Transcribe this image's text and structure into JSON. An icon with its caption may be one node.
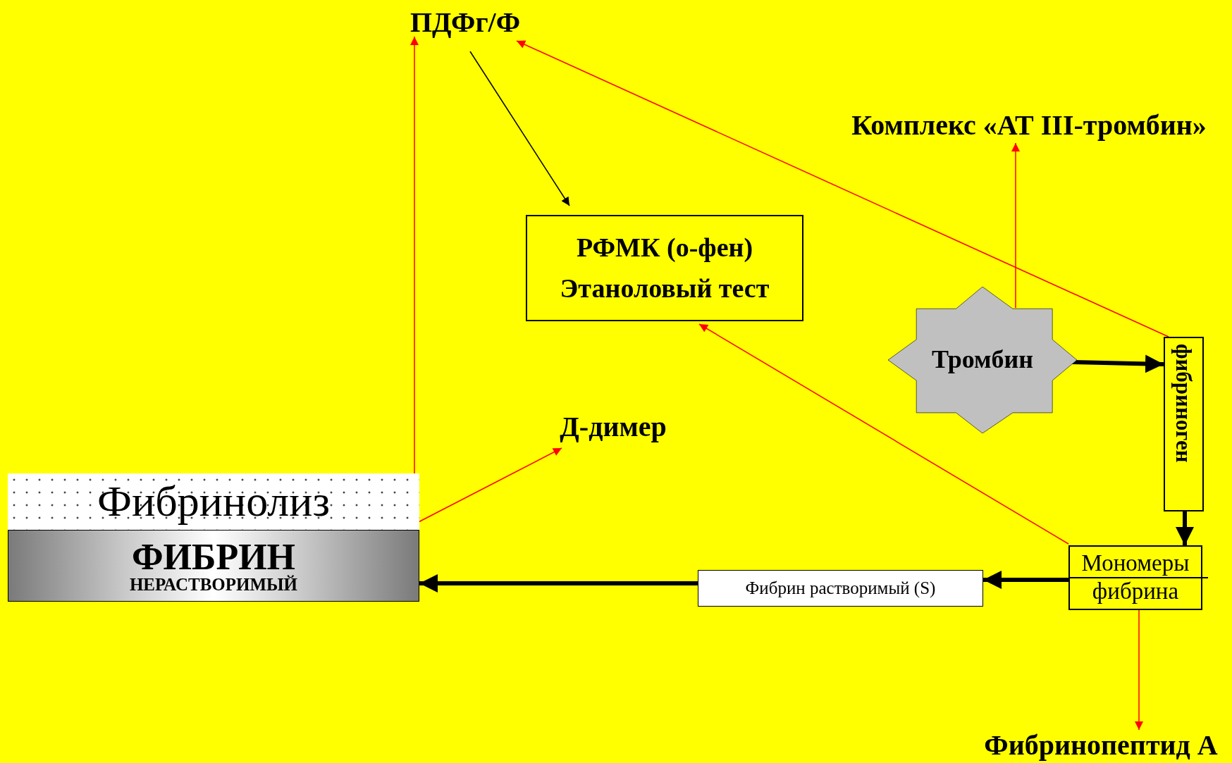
{
  "diagram": {
    "nodes": [
      {
        "text": [
          "ПДФг/Ф"
        ]
      },
      {
        "text": [
          "Комплекс «АТ III-тромбин»"
        ]
      },
      {
        "text": [
          "РФМК (о-фен)",
          "Этаноловый тест"
        ]
      },
      {
        "text": [
          "Тромбин"
        ]
      },
      {
        "text": [
          "фибриноген"
        ]
      },
      {
        "text": [
          "Д-димер"
        ]
      },
      {
        "text": [
          "Фибринолиз"
        ]
      },
      {
        "text": [
          "ФИБРИН",
          "НЕРАСТВОРИМЫЙ"
        ]
      },
      {
        "text": [
          "Мономеры",
          "фибрина"
        ]
      },
      {
        "text": [
          "Фибрин растворимый (S)"
        ]
      },
      {
        "text": [
          "Фибринопептид А"
        ]
      }
    ],
    "edges": [
      {
        "from": 6,
        "to": 0,
        "arrow": "to"
      },
      {
        "from": 6,
        "to": 5,
        "arrow": "to"
      },
      {
        "from": 0,
        "to": 2,
        "arrow": "to",
        "color": "#000000"
      },
      {
        "from": 4,
        "to": 0,
        "arrow": "to"
      },
      {
        "from": 3,
        "to": 1,
        "arrow": "to"
      },
      {
        "from": 3,
        "to": 4,
        "arrow": "to",
        "style": "thick",
        "color": "#000000"
      },
      {
        "from": 4,
        "to": 8,
        "arrow": "to",
        "style": "thick",
        "color": "#000000"
      },
      {
        "from": 8,
        "to": 2,
        "arrow": "to"
      },
      {
        "from": 8,
        "to": 9,
        "arrow": "to",
        "style": "thick",
        "color": "#000000"
      },
      {
        "from": 9,
        "to": 7,
        "arrow": "to",
        "style": "thick",
        "color": "#000000"
      },
      {
        "from": 8,
        "to": 10,
        "arrow": "to"
      }
    ]
  }
}
